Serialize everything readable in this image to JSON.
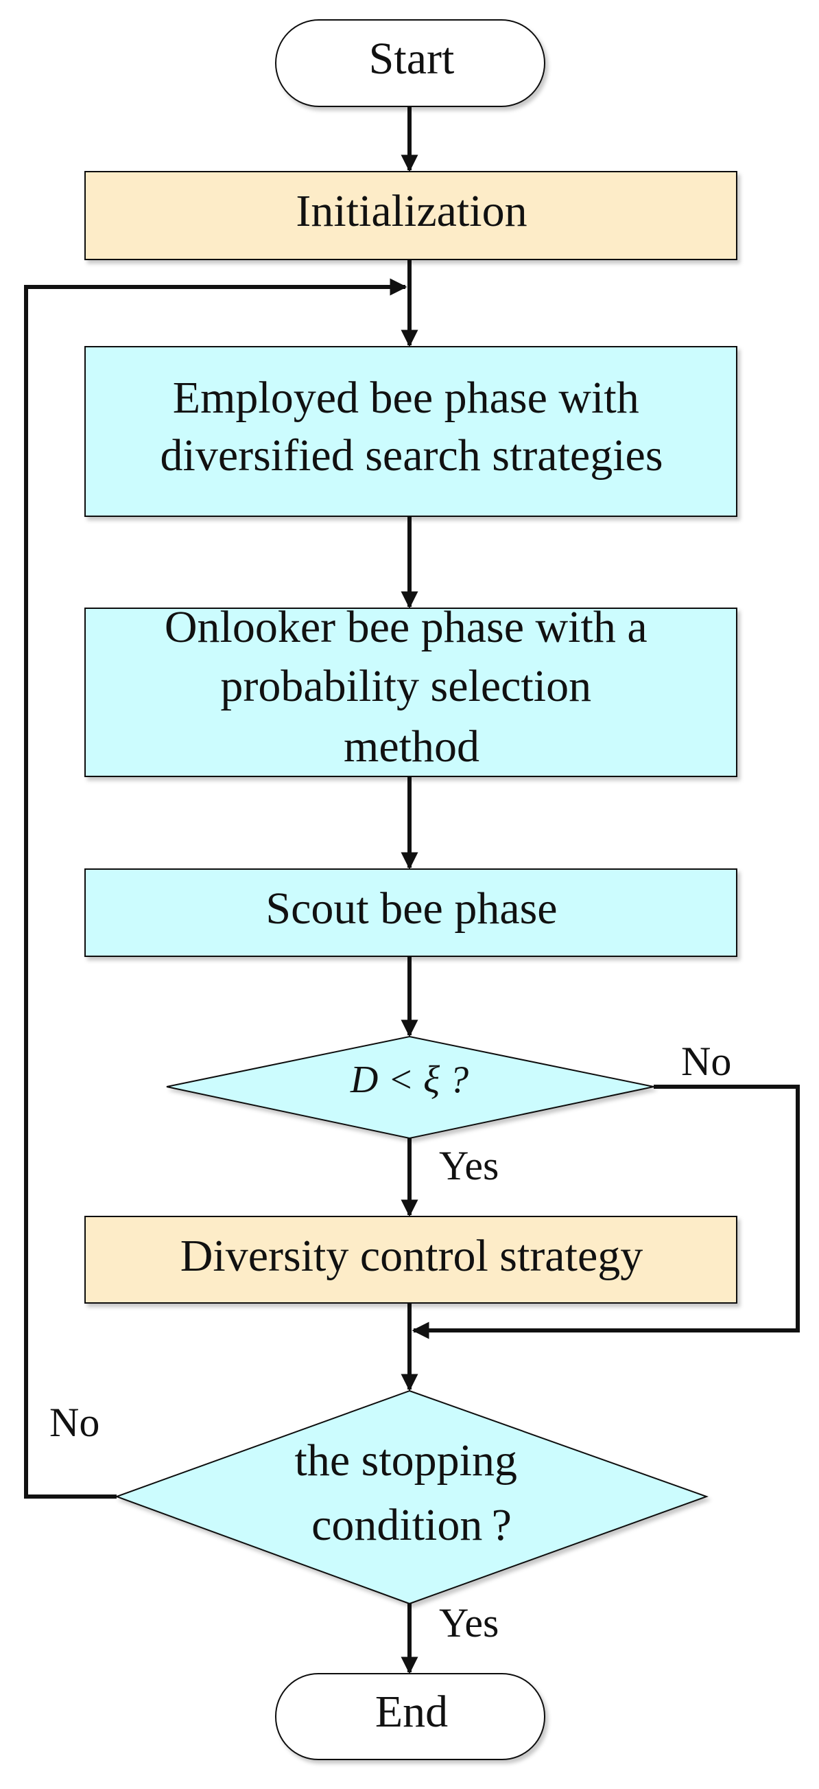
{
  "nodes": {
    "start": {
      "label": "Start"
    },
    "initialization": {
      "label": "Initialization"
    },
    "employed": {
      "label": [
        "Employed bee phase with",
        "diversified search strategies"
      ]
    },
    "onlooker": {
      "label": [
        "Onlooker bee phase with a",
        "probability selection",
        "method"
      ]
    },
    "scout": {
      "label": "Scout bee phase"
    },
    "diversity_check": {
      "label": "D < ξ ?"
    },
    "diversity_control": {
      "label": "Diversity control strategy"
    },
    "stop_check": {
      "label": [
        "the stopping",
        "condition ?"
      ]
    },
    "end": {
      "label": "End"
    }
  },
  "edges": {
    "diversity_yes": "Yes",
    "diversity_no": "No",
    "stop_yes": "Yes",
    "stop_no": "No"
  },
  "colors": {
    "process_fill": "#ccfcfe",
    "init_fill": "#fdecc8",
    "terminal_fill": "#ffffff",
    "stroke": "#111111"
  }
}
